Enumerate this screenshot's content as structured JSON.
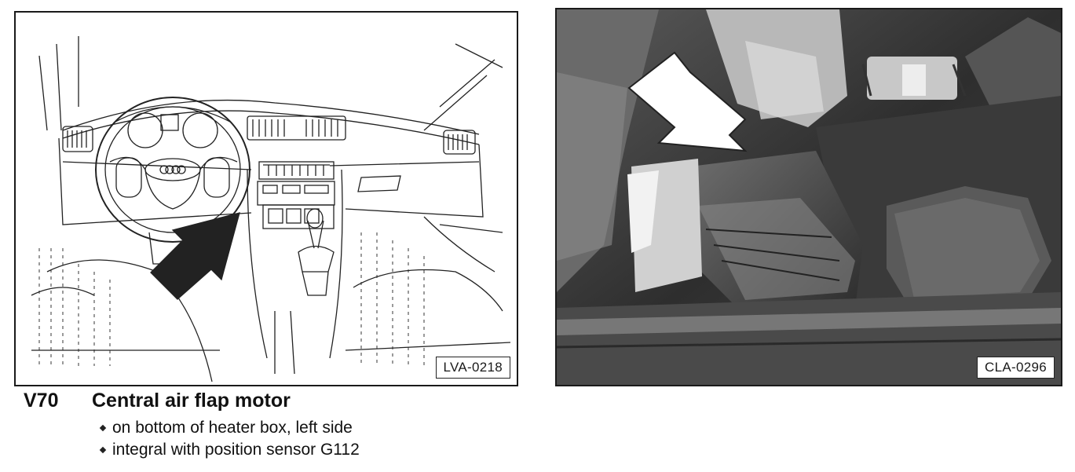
{
  "figures": {
    "left": {
      "label": "LVA-0218"
    },
    "right": {
      "label": "CLA-0296"
    }
  },
  "caption": {
    "code": "V70",
    "title": "Central air flap motor",
    "bullets": [
      "on bottom of heater box, left side",
      "integral with position sensor G112"
    ]
  }
}
